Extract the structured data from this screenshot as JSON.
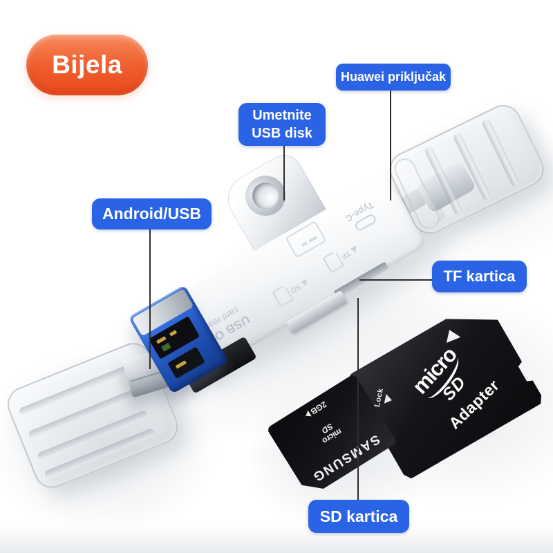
{
  "badge": {
    "label": "Bijela"
  },
  "callouts": {
    "usb_disk": {
      "line1": "Umetnite",
      "line2": "USB disk"
    },
    "huawei": {
      "label": "Huawei priključak"
    },
    "android": {
      "label": "Android/USB"
    },
    "tf": {
      "label": "TF kartica"
    },
    "sd": {
      "label": "SD kartica"
    }
  },
  "device": {
    "brand_line1": "USB OTG",
    "brand_line2": "card reader",
    "connector_label": "Type-C",
    "slot_icon_tf": "TF",
    "slot_icon_sd": "SD"
  },
  "sd_adapter": {
    "logo_micro": "micro",
    "logo_sd": "SD",
    "label": "Adapter",
    "lock": "Lock"
  },
  "micro_sd_card": {
    "brand": "SAMSUNG",
    "capacity": "2GB",
    "logo_micro": "micro",
    "logo_sd": "SD"
  },
  "colors": {
    "callout_blue": "#2b63e6",
    "badge_orange_top": "#f68a5d",
    "badge_orange_bottom": "#e84b1b",
    "callout_line": "#2d2d2d",
    "card_black": "#141518",
    "usb_blue": "#2f66d6"
  }
}
